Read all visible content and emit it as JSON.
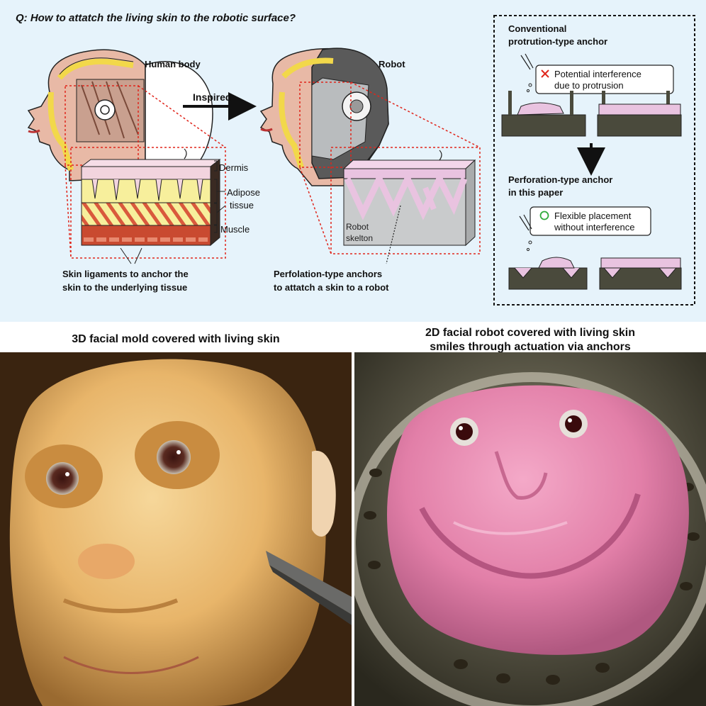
{
  "question": "Q: How to attatch the living skin to the robotic surface?",
  "human": {
    "label": "Human body",
    "dermis": "Dermis",
    "adipose_1": "Adipose",
    "adipose_2": "tissue",
    "muscle": "Muscle",
    "caption_1": "Skin ligaments to anchor the",
    "caption_2": "skin to the underlying tissue"
  },
  "arrow_label": "Inspired",
  "robot": {
    "label": "Robot",
    "skelton_1": "Robot",
    "skelton_2": "skelton",
    "caption_1": "Perfolation-type anchors",
    "caption_2": "to attatch a skin to a robot"
  },
  "anchor_box": {
    "conventional_1": "Conventional",
    "conventional_2": "protrution-type anchor",
    "bubble1_line1": "Potential interference",
    "bubble1_line2": "due to protrusion",
    "bubble1_icon": "red-cross-icon",
    "perforation_1": "Perforation-type anchor",
    "perforation_2": "in this paper",
    "bubble2_line1": "Flexible placement",
    "bubble2_line2": "without interference",
    "bubble2_icon": "green-circle-icon"
  },
  "photos": {
    "left_caption": "3D facial mold covered with living skin",
    "right_caption_1": "2D facial robot covered with living skin",
    "right_caption_2": "smiles through actuation via anchors"
  },
  "colors": {
    "panel_bg": "#e6f3fb",
    "skin": "#e8b9a6",
    "dermis": "#f2d4de",
    "adipose": "#f7ef9c",
    "muscle": "#c94a30",
    "anchor_pink": "#e9c3e0",
    "robot_gray": "#c9cbcc",
    "dashed_red": "#e0261c",
    "base_dark": "#4a4a3c"
  }
}
